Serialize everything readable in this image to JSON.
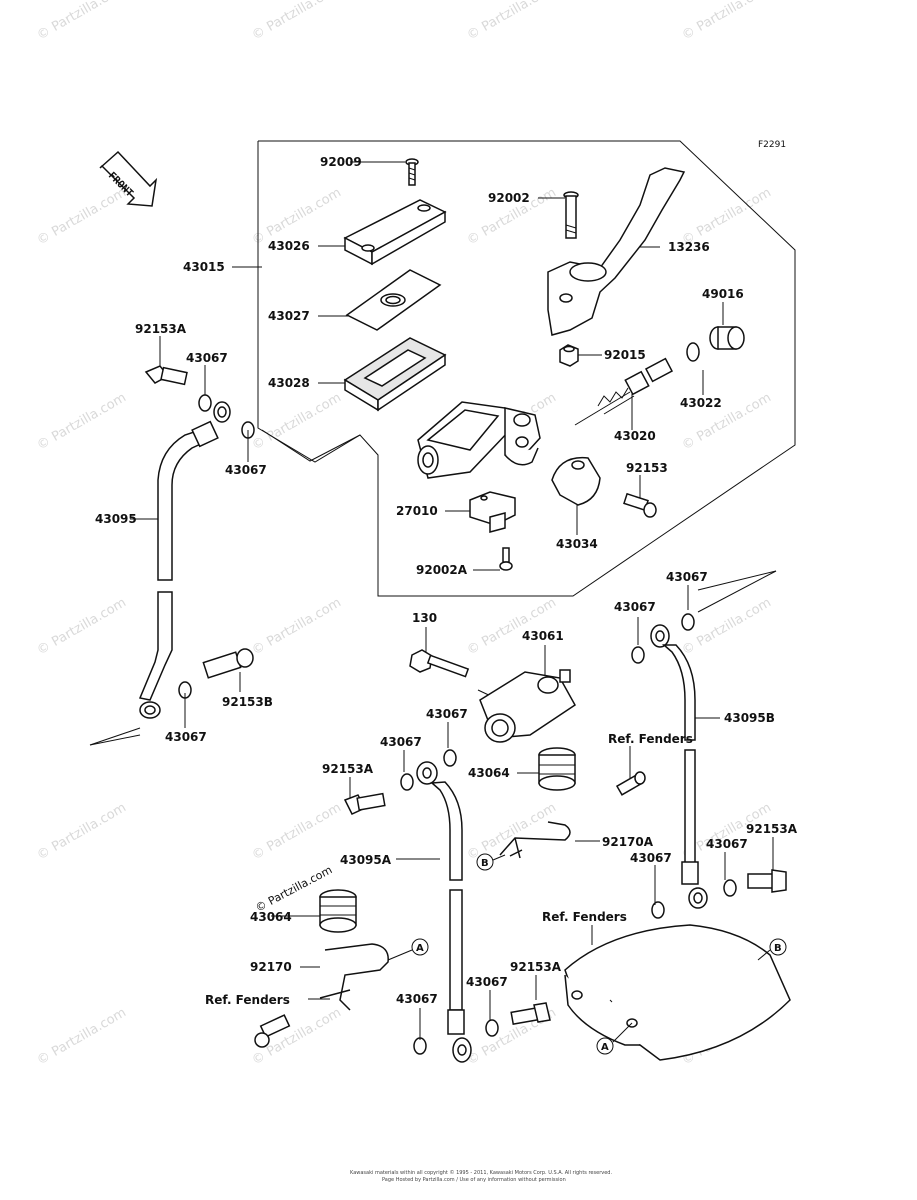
{
  "diagram": {
    "code": "F2291",
    "front_label": "FRONT",
    "copyright_line1": "Kawasaki materials within all copyright © 1995 - 2011, Kawasaki Motors Corp. U.S.A. All rights reserved.",
    "copyright_line2": "Page Hosted by Partzilla.com / Use of any information without permission",
    "watermark_text": "© Partzilla.com",
    "partzilla_stamp": "© Partzilla.com"
  },
  "labels": [
    {
      "id": "92009",
      "text": "92009"
    },
    {
      "id": "92002",
      "text": "92002"
    },
    {
      "id": "13236",
      "text": "13236"
    },
    {
      "id": "43026",
      "text": "43026"
    },
    {
      "id": "43015",
      "text": "43015"
    },
    {
      "id": "43027",
      "text": "43027"
    },
    {
      "id": "49016",
      "text": "49016"
    },
    {
      "id": "92015",
      "text": "92015"
    },
    {
      "id": "43028",
      "text": "43028"
    },
    {
      "id": "43022",
      "text": "43022"
    },
    {
      "id": "43020",
      "text": "43020"
    },
    {
      "id": "92153",
      "text": "92153"
    },
    {
      "id": "27010",
      "text": "27010"
    },
    {
      "id": "43034",
      "text": "43034"
    },
    {
      "id": "92002A",
      "text": "92002A"
    },
    {
      "id": "92153A-1",
      "text": "92153A"
    },
    {
      "id": "43067-1",
      "text": "43067"
    },
    {
      "id": "43067-2",
      "text": "43067"
    },
    {
      "id": "43095",
      "text": "43095"
    },
    {
      "id": "92153B",
      "text": "92153B"
    },
    {
      "id": "43067-3",
      "text": "43067"
    },
    {
      "id": "130",
      "text": "130"
    },
    {
      "id": "43061",
      "text": "43061"
    },
    {
      "id": "43067-4",
      "text": "43067"
    },
    {
      "id": "43067-5",
      "text": "43067"
    },
    {
      "id": "43067-6",
      "text": "43067"
    },
    {
      "id": "43095B",
      "text": "43095B"
    },
    {
      "id": "43067-7",
      "text": "43067"
    },
    {
      "id": "Ref.Fenders-1",
      "text": "Ref. Fenders"
    },
    {
      "id": "92153A-2",
      "text": "92153A"
    },
    {
      "id": "43064-1",
      "text": "43064"
    },
    {
      "id": "92170A",
      "text": "92170A"
    },
    {
      "id": "43095A",
      "text": "43095A"
    },
    {
      "id": "92153A-3",
      "text": "92153A"
    },
    {
      "id": "43067-8",
      "text": "43067"
    },
    {
      "id": "43067-9",
      "text": "43067"
    },
    {
      "id": "Ref.Fenders-2",
      "text": "Ref. Fenders"
    },
    {
      "id": "43064-2",
      "text": "43064"
    },
    {
      "id": "92170",
      "text": "92170"
    },
    {
      "id": "Ref.Fenders-3",
      "text": "Ref. Fenders"
    },
    {
      "id": "43067-10",
      "text": "43067"
    },
    {
      "id": "43067-11",
      "text": "43067"
    },
    {
      "id": "92153A-4",
      "text": "92153A"
    }
  ],
  "callouts": [
    {
      "id": "A1",
      "text": "A"
    },
    {
      "id": "A2",
      "text": "A"
    },
    {
      "id": "B1",
      "text": "B"
    },
    {
      "id": "B2",
      "text": "B"
    }
  ]
}
